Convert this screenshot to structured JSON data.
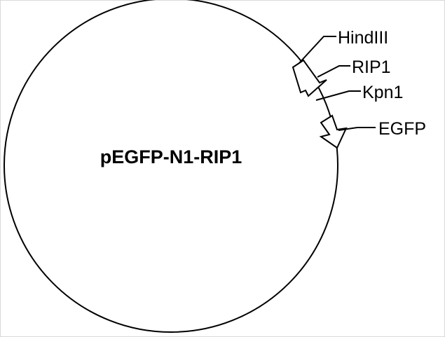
{
  "plasmid": {
    "name": "pEGFP-N1-RIP1"
  },
  "features": {
    "hindiii": "HindIII",
    "rip1": "RIP1",
    "kpn1": "Kpn1",
    "egfp": "EGFP"
  },
  "colors": {
    "line": "#000000",
    "background": "#ffffff"
  }
}
